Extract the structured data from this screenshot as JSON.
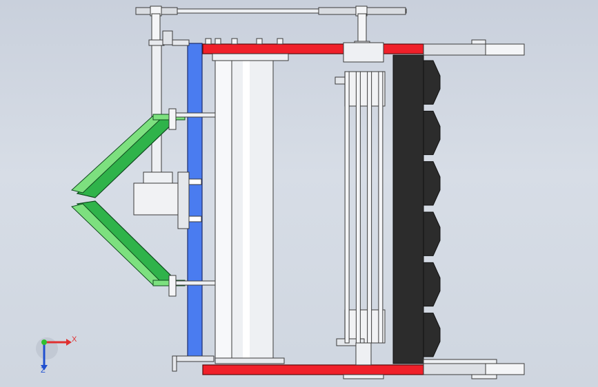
{
  "viewport": {
    "background_top": "#c9d0dc",
    "background_bottom": "#cfd6e0"
  },
  "colors": {
    "frame_red": "#f0202a",
    "plate_blue": "#4a7cf0",
    "guard_green": "#2fb34a",
    "guard_green_light": "#7de07f",
    "blade_dark": "#2c2c2c",
    "metal_light": "#eef0f3",
    "metal_mid": "#b9bec6",
    "outline": "#3a3a3a"
  },
  "triad": {
    "x_label": "X",
    "z_label": "Z",
    "x_color": "#e03030",
    "z_color": "#2050d0",
    "origin_color": "#30c030"
  },
  "parts": {
    "blade_count": 6,
    "rod_count": 4
  }
}
